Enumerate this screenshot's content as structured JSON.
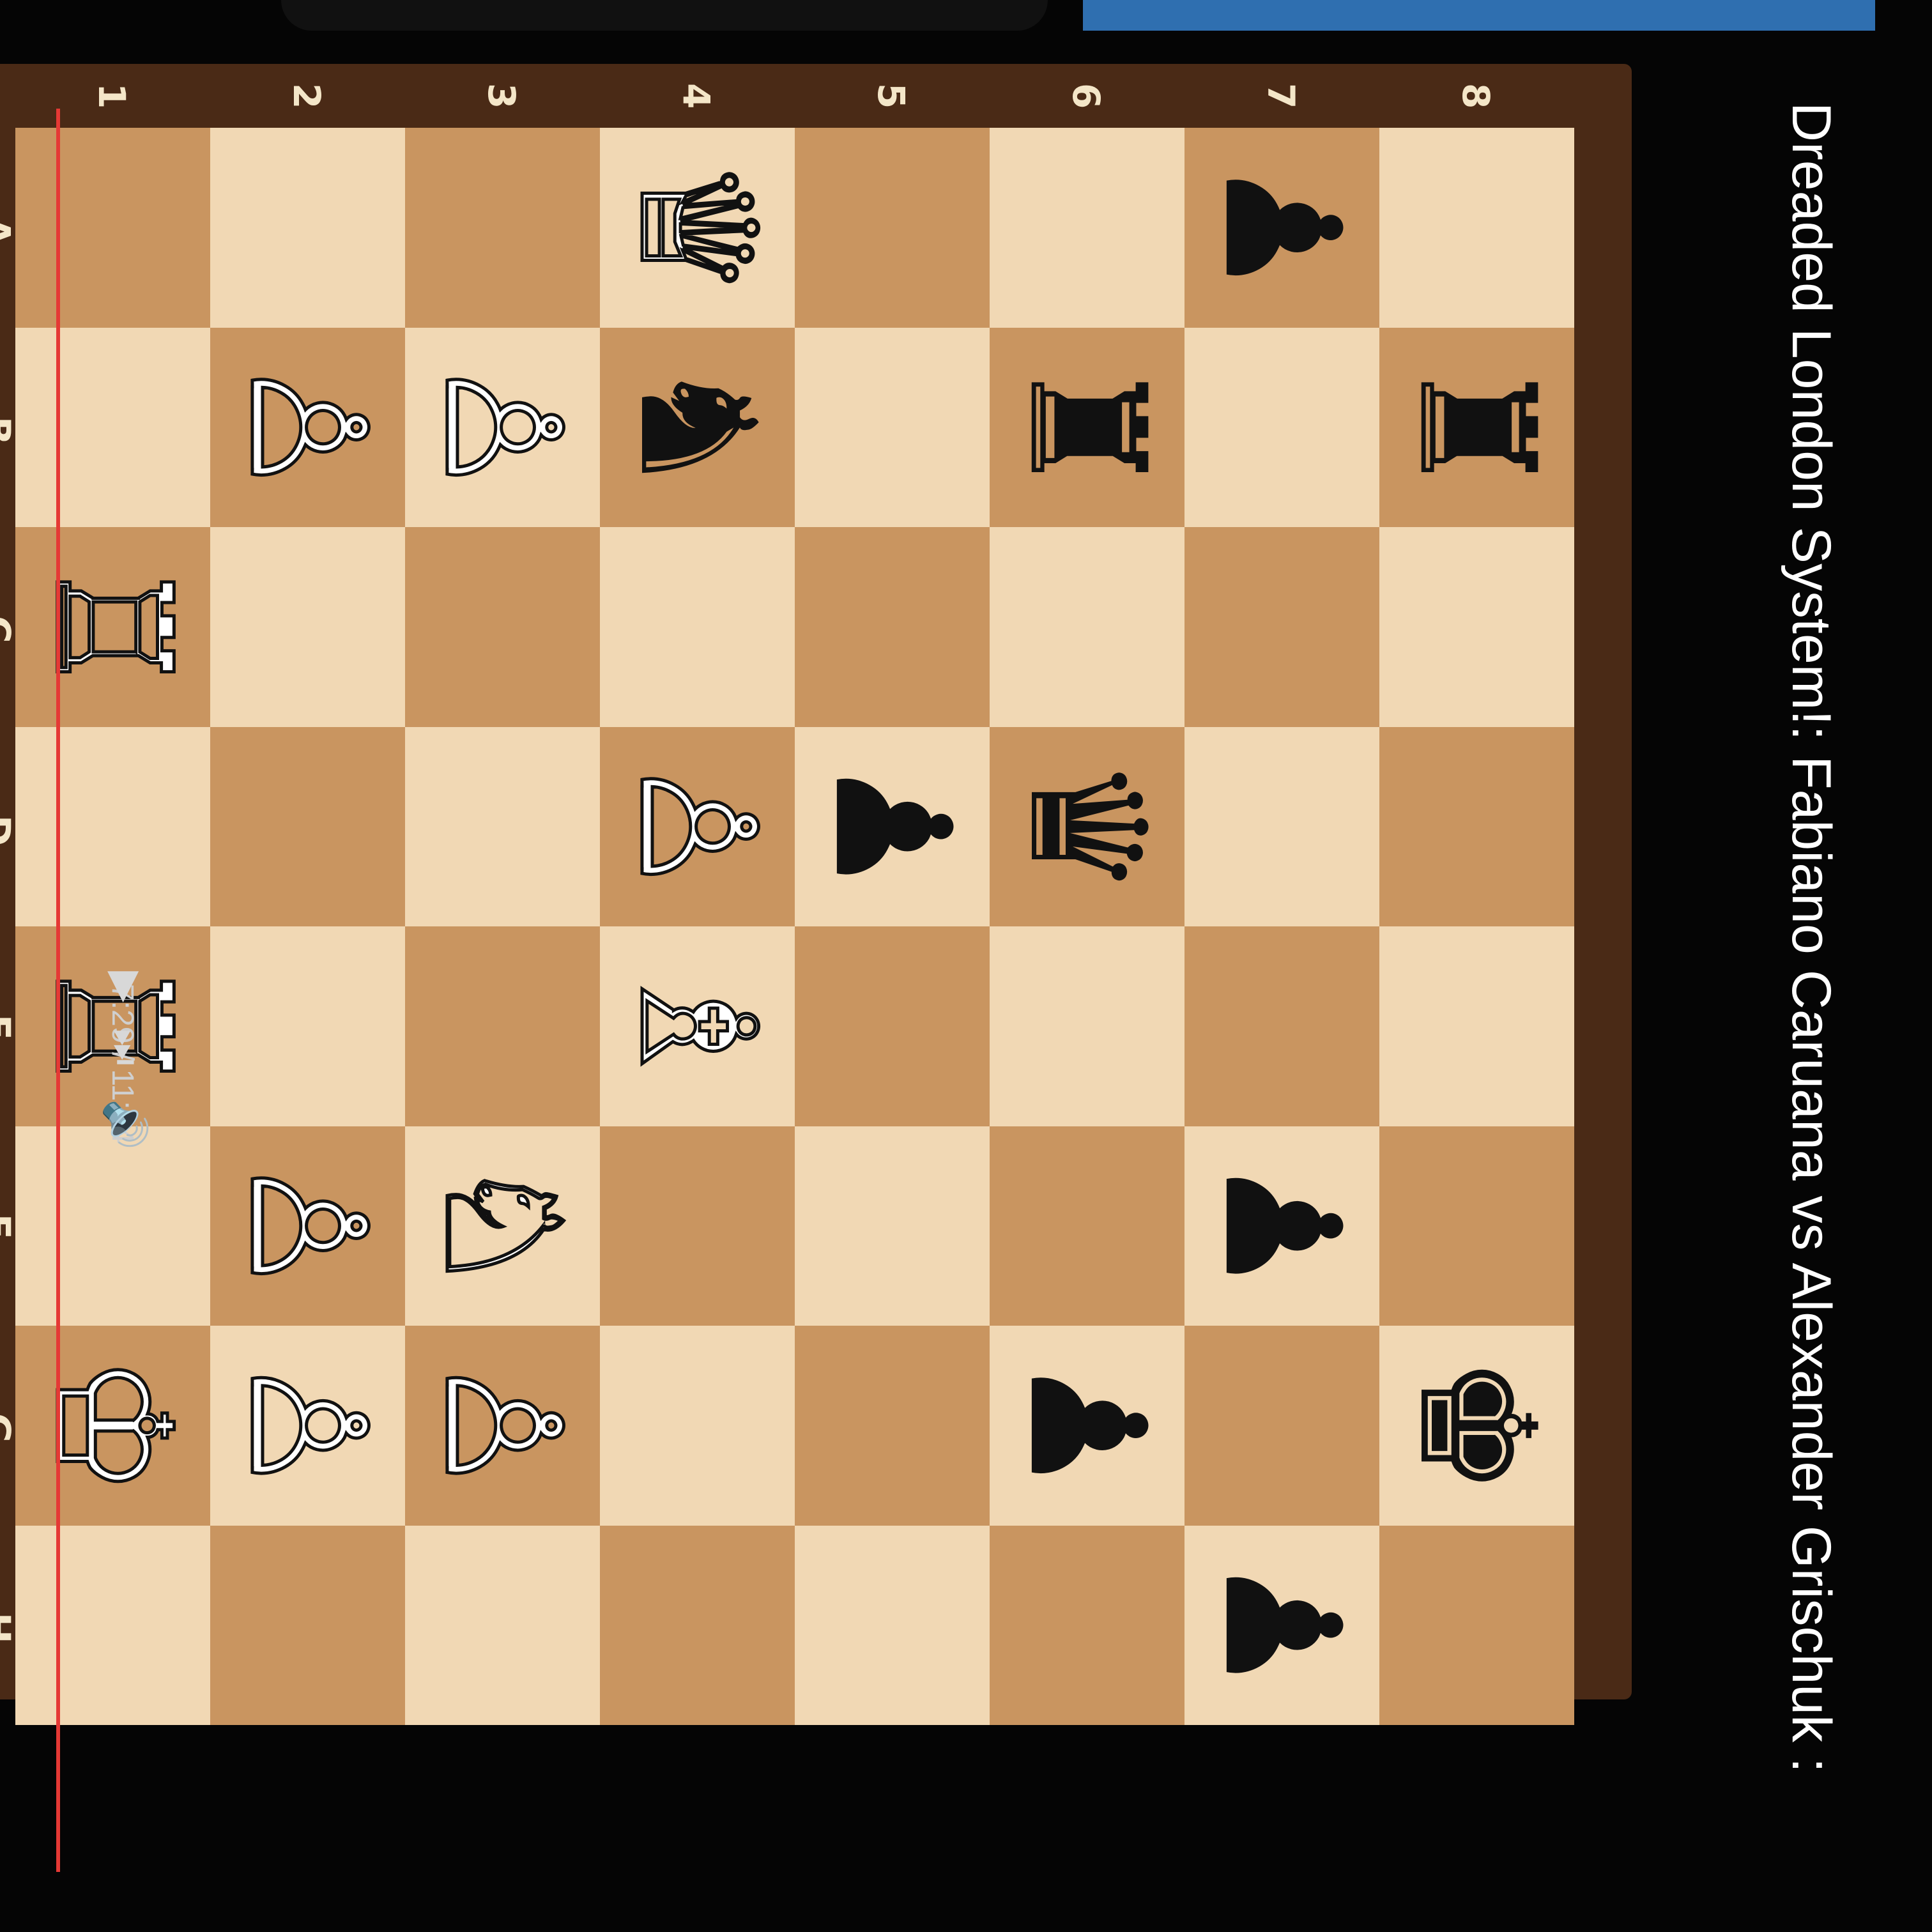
{
  "video": {
    "title": "Dreaded London System!: Fabiano Caruana vs Alexander Grischuk :",
    "time": "7:29 / 11:34",
    "play_icon": "play-icon",
    "next_icon": "skip-next-icon",
    "volume_icon": "volume-icon"
  },
  "board": {
    "files": [
      "A",
      "B",
      "C",
      "D",
      "E",
      "F",
      "G",
      "H"
    ],
    "ranks": [
      "8",
      "7",
      "6",
      "5",
      "4",
      "3",
      "2",
      "1"
    ],
    "colors": {
      "light": "#f1d8b4",
      "dark": "#c99560",
      "frame": "#4a2a16"
    },
    "position": [
      [
        "",
        "bR",
        "",
        "",
        "",
        "",
        "bK",
        ""
      ],
      [
        "bP",
        "",
        "",
        "",
        "",
        "bP",
        "",
        "bP"
      ],
      [
        "",
        "bR",
        "",
        "bQ",
        "",
        "",
        "bP",
        ""
      ],
      [
        "",
        "",
        "",
        "bP",
        "",
        "",
        "",
        ""
      ],
      [
        "wQ",
        "bN",
        "",
        "wP",
        "wB",
        "",
        "",
        ""
      ],
      [
        "",
        "wP",
        "",
        "",
        "",
        "wN",
        "wP",
        ""
      ],
      [
        "",
        "wP",
        "",
        "",
        "",
        "wP",
        "wP",
        ""
      ],
      [
        "",
        "",
        "wR",
        "",
        "wR",
        "",
        "wK",
        ""
      ]
    ]
  }
}
